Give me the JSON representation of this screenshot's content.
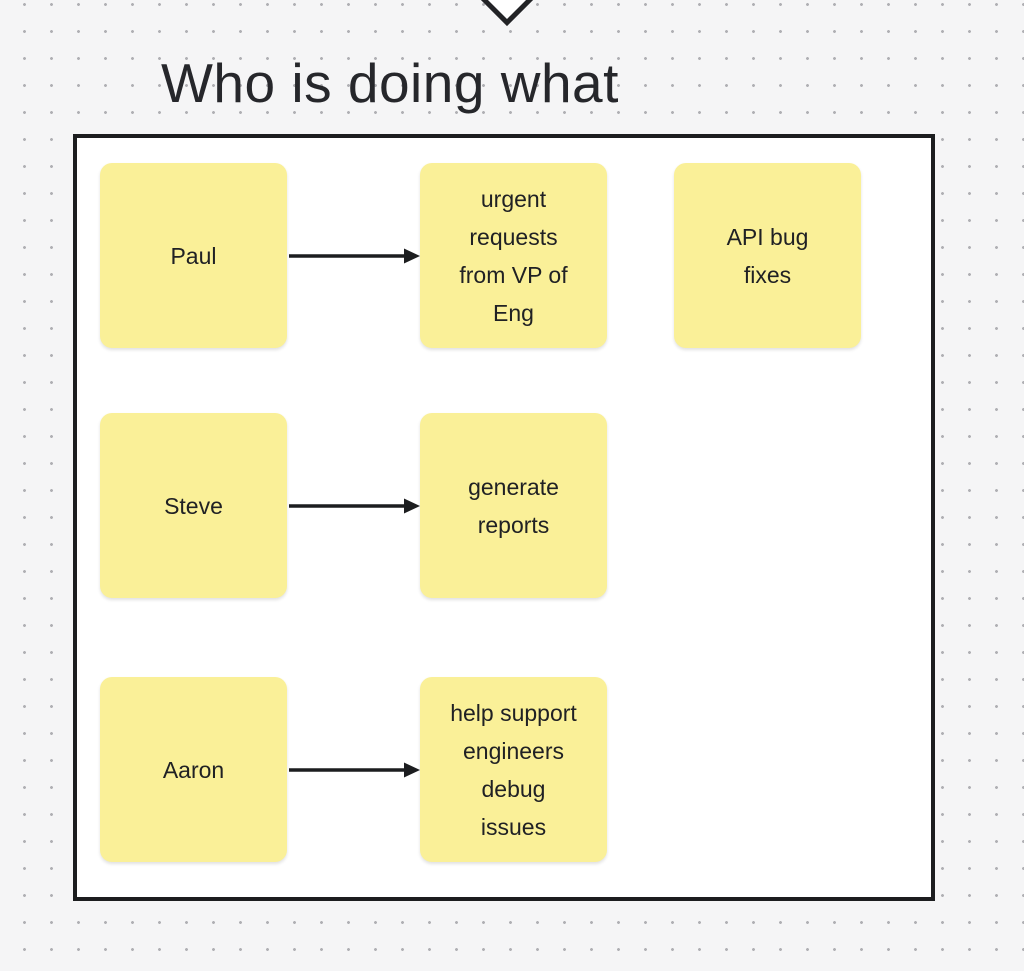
{
  "title": {
    "text": "Who is doing what"
  },
  "board": {
    "notes": [
      {
        "id": "paul",
        "text": "Paul"
      },
      {
        "id": "urgent-requests",
        "text": "urgent requests from VP of Eng"
      },
      {
        "id": "api-bug-fixes",
        "text": "API bug fixes"
      },
      {
        "id": "steve",
        "text": "Steve"
      },
      {
        "id": "generate-reports",
        "text": "generate reports"
      },
      {
        "id": "aaron",
        "text": "Aaron"
      },
      {
        "id": "help-support",
        "text": "help support engineers debug issues"
      }
    ],
    "connectors": [
      {
        "from": "Paul",
        "to": "urgent requests from VP of Eng"
      },
      {
        "from": "Steve",
        "to": "generate reports"
      },
      {
        "from": "Aaron",
        "to": "help support engineers debug issues"
      }
    ]
  },
  "shapes": {
    "top_diamond": "diamond shape partially visible at top edge"
  },
  "colors": {
    "background": "#F5F5F6",
    "dot_grid": "#B0B0B4",
    "frame_fill": "#FFFFFF",
    "frame_border": "#1C1D1F",
    "sticky_note": "#FAF098",
    "note_text": "#202124",
    "arrow": "#1C1D1F",
    "title_text": "#26272B"
  }
}
